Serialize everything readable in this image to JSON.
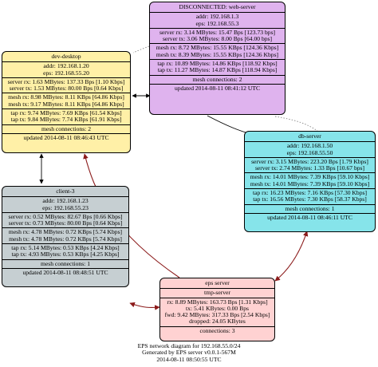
{
  "colors": {
    "web_server": "#dfb3ee",
    "dev_desktop": "#fff0a7",
    "db_server": "#86e4ea",
    "client_3": "#c6cfd2",
    "eps_server": "#ffd2d2",
    "edge_red": "#8b1a1a",
    "edge_black": "#000000"
  },
  "nodes": {
    "web_server": {
      "title": "DISCONNECTED: web-server",
      "addr": "addr: 192.168.1.3",
      "eps": "eps: 192.168.55.3",
      "server_rx": "server rx: 3.14 MBytes: 15.47 Bps [123.73 bps]",
      "server_tx": "server tx: 3.06 MBytes: 8.00 Bps [64.00 bps]",
      "mesh_rx": "mesh rx: 8.72 MBytes: 15.55 KBps [124.36 Kbps]",
      "mesh_tx": "mesh tx: 8.39 MBytes: 15.55 KBps [124.36 Kbps]",
      "tap_rx": "tap rx: 10.89 MBytes: 14.86 KBps [118.92 Kbps]",
      "tap_tx": "tap tx: 11.27 MBytes: 14.87 KBps [118.94 Kbps]",
      "mesh_connections": "mesh connections: 2",
      "updated": "updated 2014-08-11 08:41:12 UTC"
    },
    "dev_desktop": {
      "title": "dev-desktop",
      "addr": "addr: 192.168.1.20",
      "eps": "eps: 192.168.55.20",
      "server_rx": "server rx: 1.63 MBytes: 137.33 Bps [1.10 Kbps]",
      "server_tx": "server tx: 1.53 MBytes: 80.00 Bps [0.64 Kbps]",
      "mesh_rx": "mesh rx: 8.98 MBytes: 8.11 KBps [64.86 Kbps]",
      "mesh_tx": "mesh tx: 9.17 MBytes: 8.11 KBps [64.86 Kbps]",
      "tap_rx": "tap rx: 9.74 MBytes: 7.69 KBps [61.54 Kbps]",
      "tap_tx": "tap tx: 9.84 MBytes: 7.74 KBps [61.91 Kbps]",
      "mesh_connections": "mesh connections: 2",
      "updated": "updated 2014-08-11 08:46:43 UTC"
    },
    "db_server": {
      "title": "db-server",
      "addr": "addr: 192.168.1.50",
      "eps": "eps: 192.168.55.50",
      "server_rx": "server rx: 3.15 MBytes: 223.20 Bps [1.79 Kbps]",
      "server_tx": "server tx: 2.74 MBytes: 1.33 Bps [10.67 bps]",
      "mesh_rx": "mesh rx: 14.01 MBytes: 7.39 KBps [59.10 Kbps]",
      "mesh_tx": "mesh tx: 14.01 MBytes: 7.39 KBps [59.10 Kbps]",
      "tap_rx": "tap rx: 16.23 MBytes: 7.16 KBps [57.30 Kbps]",
      "tap_tx": "tap tx: 16.56 MBytes: 7.30 KBps [58.37 Kbps]",
      "mesh_connections": "mesh connections: 1",
      "updated": "updated 2014-08-11 08:46:11 UTC"
    },
    "client_3": {
      "title": "client-3",
      "addr": "addr: 192.168.1.23",
      "eps": "eps: 192.168.55.23",
      "server_rx": "server rx: 0.52 MBytes: 82.67 Bps [0.66 Kbps]",
      "server_tx": "server tx: 0.73 MBytes: 80.00 Bps [0.64 Kbps]",
      "mesh_rx": "mesh rx: 4.78 MBytes: 0.72 KBps [5.74 Kbps]",
      "mesh_tx": "mesh tx: 4.78 MBytes: 0.72 KBps [5.74 Kbps]",
      "tap_rx": "tap rx: 5.14 MBytes: 0.53 KBps [4.24 Kbps]",
      "tap_tx": "tap tx: 4.93 MBytes: 0.53 KBps [4.25 Kbps]",
      "mesh_connections": "mesh connections: 1",
      "updated": "updated 2014-08-11 08:48:51 UTC"
    },
    "eps_server": {
      "title": "eps server",
      "subtitle": "tmp-server",
      "rx": "rx: 8.89 MBytes: 163.73 Bps [1.31 Kbps]",
      "tx": "tx: 5.41 KBytes: 0.00 Bps",
      "fwd": "fwd: 9.42 MBytes: 317.33 Bps [2.54 Kbps]",
      "dropped": "dropped: 24.05 KBytes",
      "connections": "connections: 3"
    }
  },
  "caption": {
    "line1": "EPS network diagram for 192.168.55.0/24",
    "line2": "Generated by EPS server v0.0.1-567M",
    "line3": "2014-08-11 08:50:55 UTC"
  }
}
